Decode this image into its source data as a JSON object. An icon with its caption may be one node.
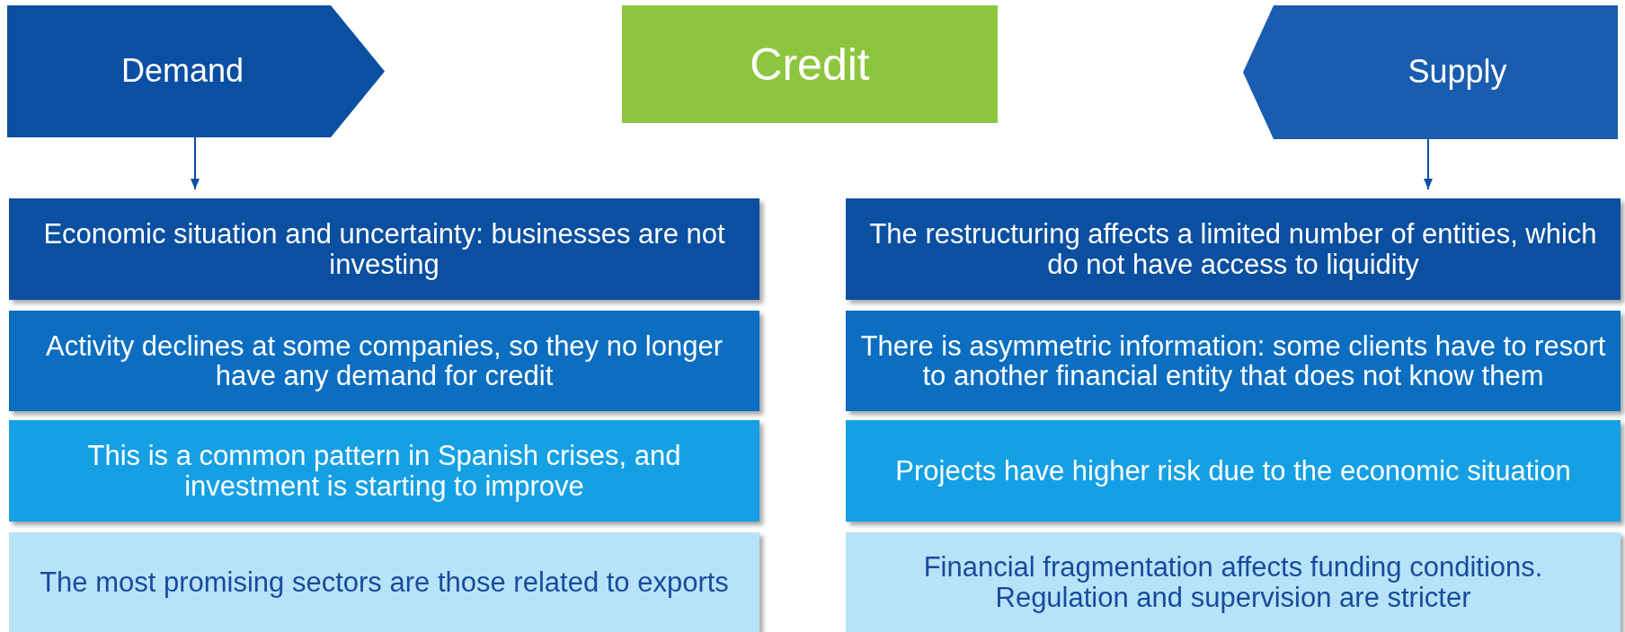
{
  "diagram": {
    "nodes": [
      {
        "text": [
          "Demand"
        ]
      },
      {
        "text": [
          "Credit"
        ]
      },
      {
        "text": [
          "Supply"
        ]
      },
      {
        "text": [
          "Economic situation and uncertainty: businesses are not investing"
        ]
      },
      {
        "text": [
          "The restructuring affects a limited number of entities, which do not have access to liquidity"
        ]
      },
      {
        "text": [
          "Activity declines at some companies, so they no longer have any demand for credit"
        ]
      },
      {
        "text": [
          "There is asymmetric information: some clients have to resort to another financial entity that does not know them"
        ]
      },
      {
        "text": [
          "This is a common pattern in Spanish crises, and investment is starting to improve"
        ]
      },
      {
        "text": [
          "Projects have higher risk due to the economic situation"
        ]
      },
      {
        "text": [
          "The most promising sectors are those related to exports"
        ]
      },
      {
        "text": [
          "Financial fragmentation affects funding conditions. Regulation and supervision are stricter"
        ]
      }
    ],
    "edges": [
      {
        "from": 0,
        "to": 3,
        "arrow": "to"
      },
      {
        "from": 2,
        "to": 4,
        "arrow": "to"
      }
    ]
  }
}
